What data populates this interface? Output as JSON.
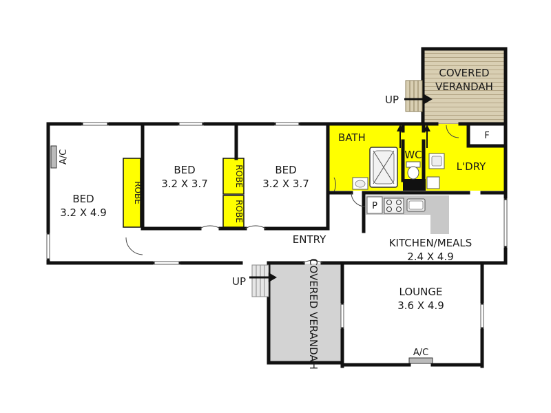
{
  "rooms": {
    "bed1": {
      "name": "BED",
      "size": "3.2 X 4.9"
    },
    "bed2": {
      "name": "BED",
      "size": "3.2 X 3.7"
    },
    "bed3": {
      "name": "BED",
      "size": "3.2 X 3.7"
    },
    "bath": {
      "name": "BATH"
    },
    "wc": {
      "name": "WC"
    },
    "laundry": {
      "name": "L'DRY"
    },
    "kitchen": {
      "name": "KITCHEN/MEALS",
      "size": "2.4 X 4.9"
    },
    "lounge": {
      "name": "LOUNGE",
      "size": "3.6 X 4.9"
    },
    "entry": {
      "name": "ENTRY"
    },
    "verandah_top": {
      "line1": "COVERED",
      "line2": "VERANDAH"
    },
    "verandah_front": {
      "name": "COVERED VERANDAH"
    }
  },
  "fixtures": {
    "robe_bed1": "ROBE",
    "robe_upper": "ROBE",
    "robe_lower": "ROBE",
    "ac_bed": "A/C",
    "ac_lounge": "A/C",
    "pantry": "P",
    "fridge": "F"
  },
  "stairs": {
    "up_rear": "UP",
    "up_front": "UP"
  },
  "colors": {
    "wall": "#111111",
    "wet_area": "#ffff00",
    "verandah_timber": "#d9cfb3",
    "verandah_concrete": "#d3d3d3",
    "bench": "#c8c8c8"
  }
}
